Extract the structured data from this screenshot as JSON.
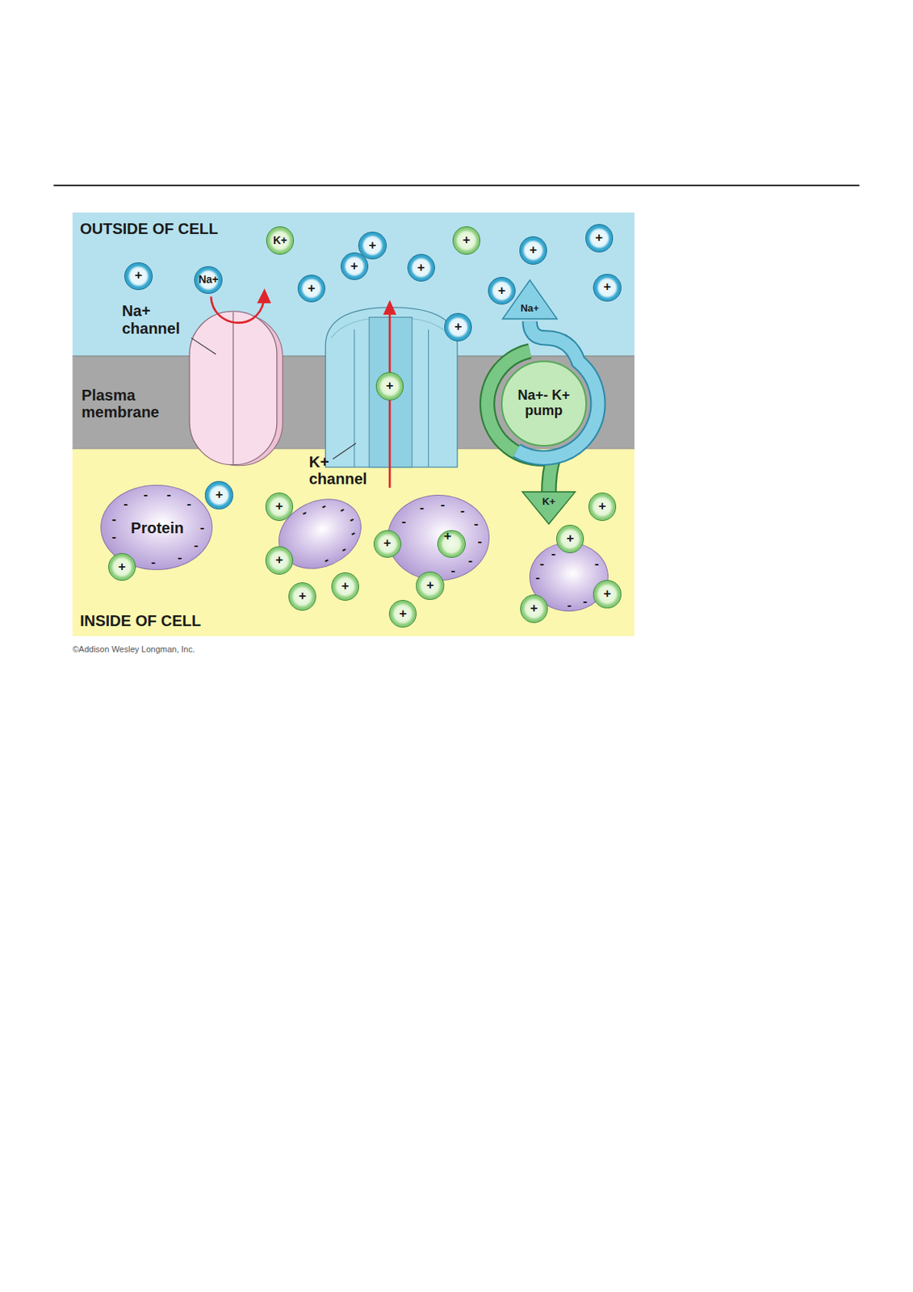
{
  "diagram": {
    "nodes": [
      {
        "text": [
          "K+"
        ]
      },
      {
        "text": [
          "+"
        ]
      },
      {
        "text": [
          "Na+"
        ]
      },
      {
        "text": [
          "+"
        ]
      },
      {
        "text": [
          "+"
        ]
      },
      {
        "text": [
          "+"
        ]
      },
      {
        "text": [
          "+"
        ]
      },
      {
        "text": [
          "+"
        ]
      },
      {
        "text": [
          "+"
        ]
      },
      {
        "text": [
          "+"
        ]
      },
      {
        "text": [
          "+"
        ]
      },
      {
        "text": [
          "+"
        ]
      },
      {
        "text": [
          "+"
        ]
      },
      {
        "text": [
          "+"
        ]
      },
      {
        "text": [
          "Na+- K+ pump"
        ]
      },
      {
        "text": [
          "Protein",
          "-",
          "-",
          "-",
          "-",
          "-",
          "-",
          "-",
          "-",
          "-",
          "-"
        ]
      },
      {
        "text": [
          "-",
          "-",
          "-",
          "-",
          "-",
          "-",
          "-"
        ]
      },
      {
        "text": [
          "-",
          "-",
          "-",
          "-",
          "-",
          "-",
          "-",
          "-"
        ]
      },
      {
        "text": [
          "-",
          "-",
          "-",
          "-",
          "-",
          "-"
        ]
      },
      {
        "text": [
          "+"
        ]
      },
      {
        "text": [
          "+"
        ]
      },
      {
        "text": [
          "+"
        ]
      },
      {
        "text": [
          "+"
        ]
      },
      {
        "text": [
          "+"
        ]
      },
      {
        "text": [
          "+"
        ]
      },
      {
        "text": [
          "+"
        ]
      },
      {
        "text": [
          "+"
        ],
        "in": 17
      },
      {
        "text": [
          "+"
        ]
      },
      {
        "text": [
          "+"
        ]
      },
      {
        "text": [
          "+"
        ]
      },
      {
        "text": [
          "+"
        ]
      },
      {
        "text": [
          "+"
        ]
      },
      {
        "text": [
          "+"
        ]
      }
    ],
    "labels": [
      "OUTSIDE OF CELL",
      "Na+ channel",
      "Plasma membrane",
      "K+ channel",
      "Na+",
      "K+",
      "INSIDE OF CELL",
      "©Addison Wesley Longman, Inc."
    ]
  }
}
